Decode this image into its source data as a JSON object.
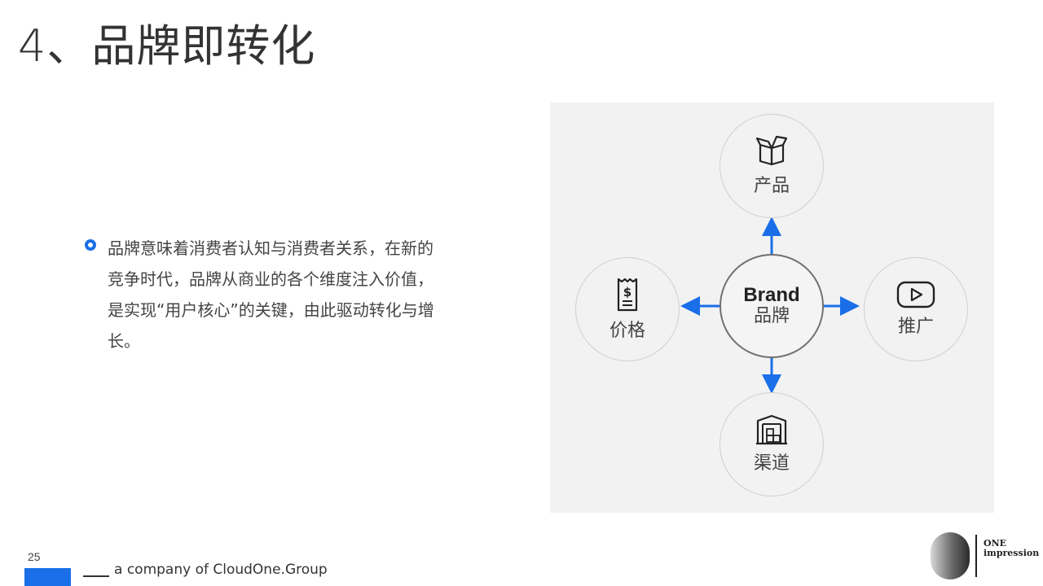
{
  "title": "4、品牌即转化",
  "bullet": {
    "text": "品牌意味着消费者认知与消费者关系，在新的竞争时代，品牌从商业的各个维度注入价值，是实现“用户核心”的关键，由此驱动转化与增长。"
  },
  "diagram": {
    "center": {
      "title": "Brand",
      "subtitle": "品牌"
    },
    "top": {
      "label": "产品",
      "icon": "box-icon"
    },
    "left": {
      "label": "价格",
      "icon": "receipt-dollar-icon"
    },
    "right": {
      "label": "推广",
      "icon": "video-play-icon"
    },
    "bottom": {
      "label": "渠道",
      "icon": "warehouse-icon"
    },
    "arrow_color": "#1a6fe8"
  },
  "footer": {
    "page_number": "25",
    "company_text": "a company of CloudOne.Group",
    "accent_color": "#1a6fe8"
  },
  "logo": {
    "line1": "ONE",
    "line2": "impression"
  }
}
